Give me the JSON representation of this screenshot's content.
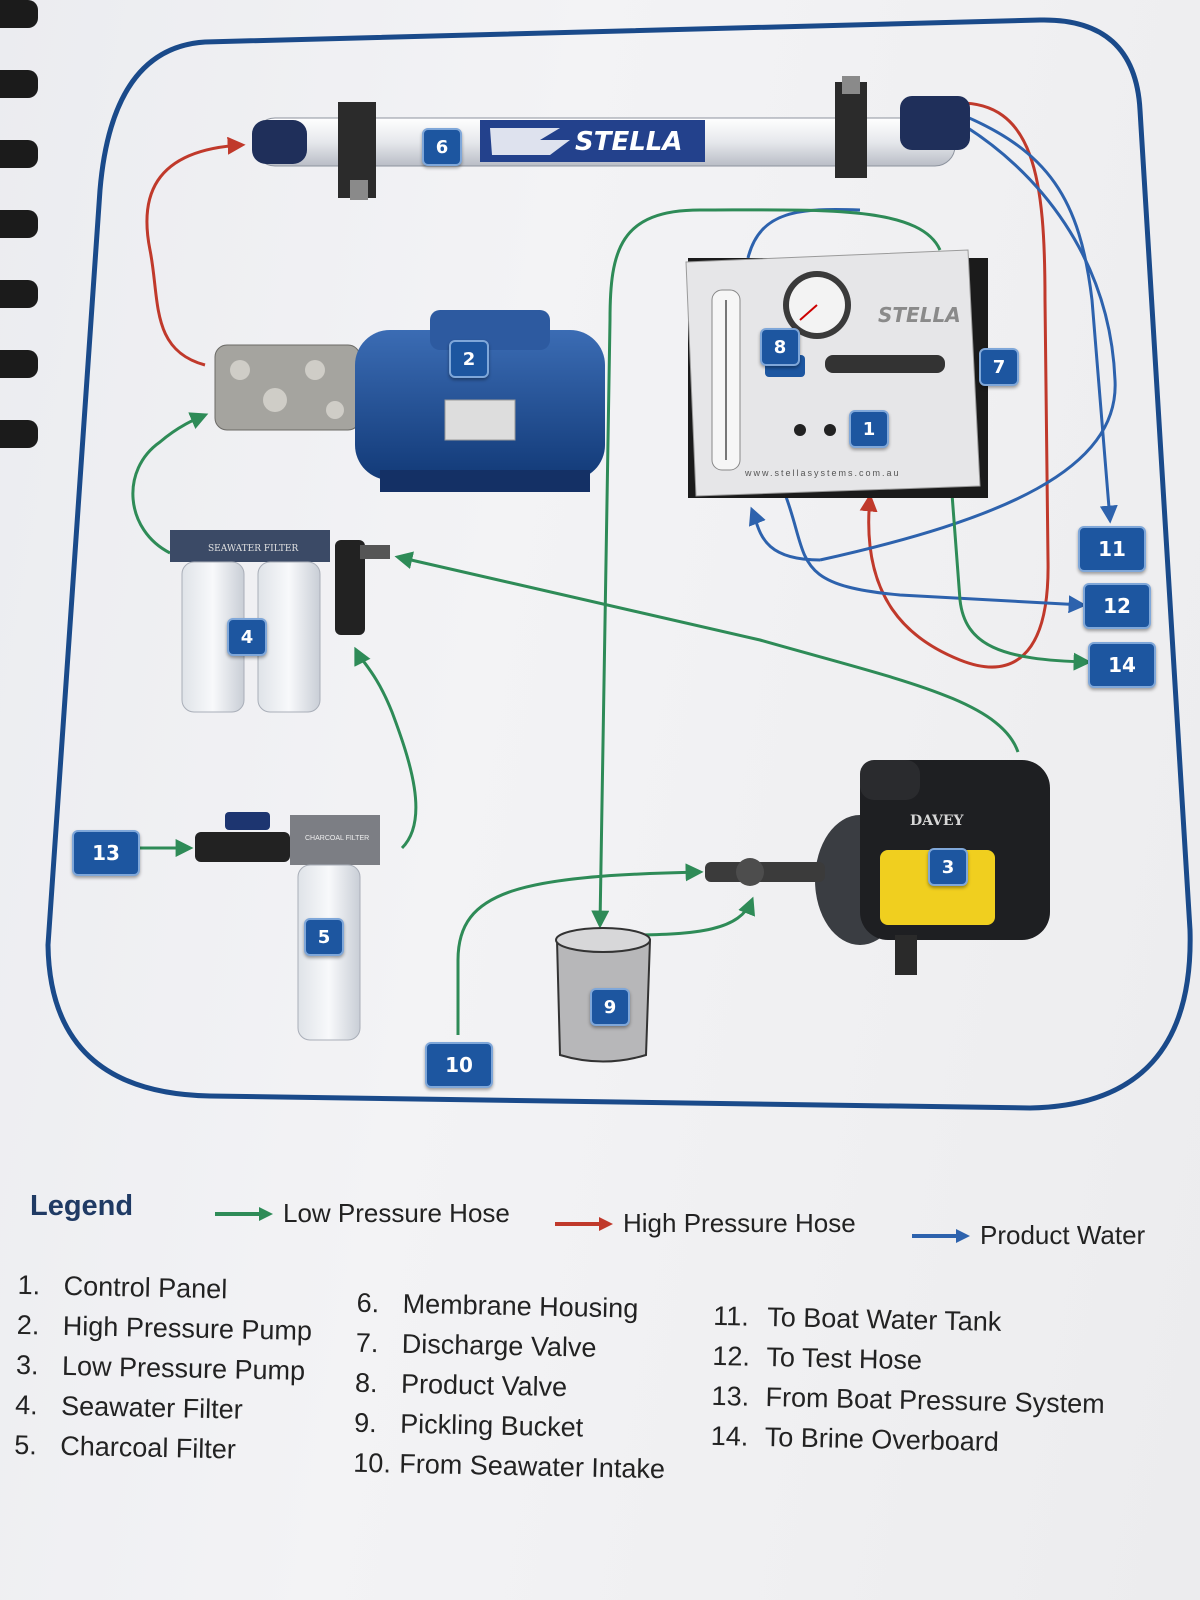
{
  "colors": {
    "low_pressure": "#2e8b57",
    "high_pressure": "#c0392b",
    "product_water": "#2d62ad",
    "badge": "#1d56a0",
    "frame": "#1a4a8a"
  },
  "brand": {
    "membrane_logo": "STELLA",
    "panel_logo": "STELLA",
    "panel_url": "www.stellasystems.com.au",
    "low_pump_brand": "DAVEY",
    "seawater_filter_label": "SEAWATER FILTER",
    "charcoal_filter_label": "CHARCOAL FILTER"
  },
  "badges": [
    "1",
    "2",
    "3",
    "4",
    "5",
    "6",
    "7",
    "8",
    "9",
    "10",
    "11",
    "12",
    "13",
    "14"
  ],
  "legend": {
    "title": "Legend",
    "entries": [
      {
        "label": "Low Pressure Hose",
        "color": "#2e8b57"
      },
      {
        "label": "High Pressure Hose",
        "color": "#c0392b"
      },
      {
        "label": "Product Water",
        "color": "#2d62ad"
      }
    ]
  },
  "parts": [
    {
      "num": "1.",
      "label": "Control Panel"
    },
    {
      "num": "2.",
      "label": "High Pressure Pump"
    },
    {
      "num": "3.",
      "label": "Low Pressure Pump"
    },
    {
      "num": "4.",
      "label": "Seawater Filter"
    },
    {
      "num": "5.",
      "label": "Charcoal Filter"
    },
    {
      "num": "6.",
      "label": "Membrane Housing"
    },
    {
      "num": "7.",
      "label": "Discharge Valve"
    },
    {
      "num": "8.",
      "label": "Product Valve"
    },
    {
      "num": "9.",
      "label": "Pickling Bucket"
    },
    {
      "num": "10.",
      "label": "From Seawater Intake"
    },
    {
      "num": "11.",
      "label": "To Boat Water Tank"
    },
    {
      "num": "12.",
      "label": "To Test Hose"
    },
    {
      "num": "13.",
      "label": "From Boat Pressure System"
    },
    {
      "num": "14.",
      "label": "To Brine Overboard"
    }
  ]
}
